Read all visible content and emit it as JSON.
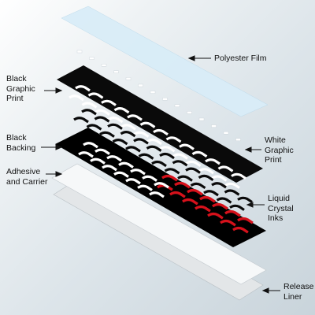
{
  "labels": {
    "polyester_film": "Polyester Film",
    "black_graphic_print": "Black\nGraphic\nPrint",
    "white_graphic_print": "White\nGraphic\nPrint",
    "black_backing": "Black\nBacking",
    "adhesive_and_carrier": "Adhesive\nand Carrier",
    "liquid_crystal_inks": "Liquid\nCrystal\nInks",
    "release_liner": "Release\nLiner"
  },
  "colors": {
    "polyester_film": "#dbeef8",
    "black_print": "#0a0a0a",
    "white_print": "#ffffff",
    "black_backing": "#000000",
    "adhesive": "#f3f5f6",
    "liquid_crystal": "#d6111b",
    "release_liner": "#e3e6e8",
    "text": "#111111"
  }
}
